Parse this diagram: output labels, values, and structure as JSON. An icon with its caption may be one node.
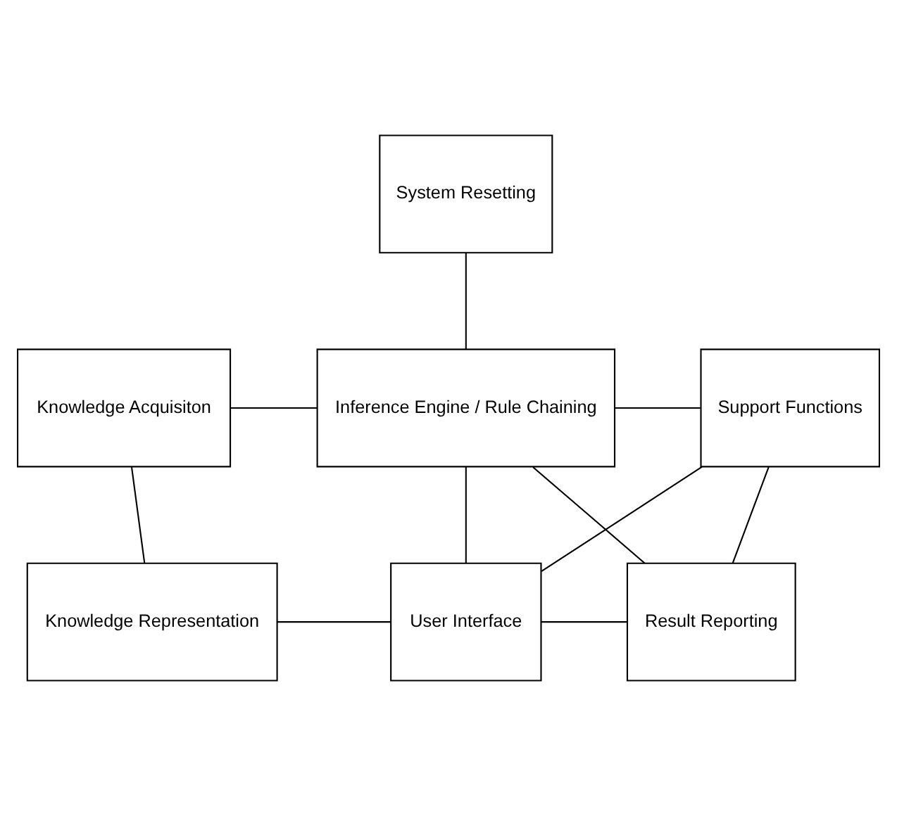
{
  "diagram": {
    "nodes": [
      {
        "text": [
          "System Resetting"
        ]
      },
      {
        "text": [
          "Knowledge Acquisiton"
        ]
      },
      {
        "text": [
          "Inference Engine / Rule Chaining"
        ]
      },
      {
        "text": [
          "Support Functions"
        ]
      },
      {
        "text": [
          "Knowledge Representation"
        ]
      },
      {
        "text": [
          "User Interface"
        ]
      },
      {
        "text": [
          "Result Reporting"
        ]
      }
    ],
    "edges": [
      {
        "from": 0,
        "to": 2,
        "arrow": "none"
      },
      {
        "from": 1,
        "to": 2,
        "arrow": "none"
      },
      {
        "from": 2,
        "to": 3,
        "arrow": "none"
      },
      {
        "from": 1,
        "to": 4,
        "arrow": "none"
      },
      {
        "from": 2,
        "to": 5,
        "arrow": "none"
      },
      {
        "from": 2,
        "to": 6,
        "arrow": "none"
      },
      {
        "from": 3,
        "to": 5,
        "arrow": "none"
      },
      {
        "from": 3,
        "to": 6,
        "arrow": "none"
      },
      {
        "from": 4,
        "to": 5,
        "arrow": "none"
      },
      {
        "from": 5,
        "to": 6,
        "arrow": "none"
      }
    ]
  }
}
